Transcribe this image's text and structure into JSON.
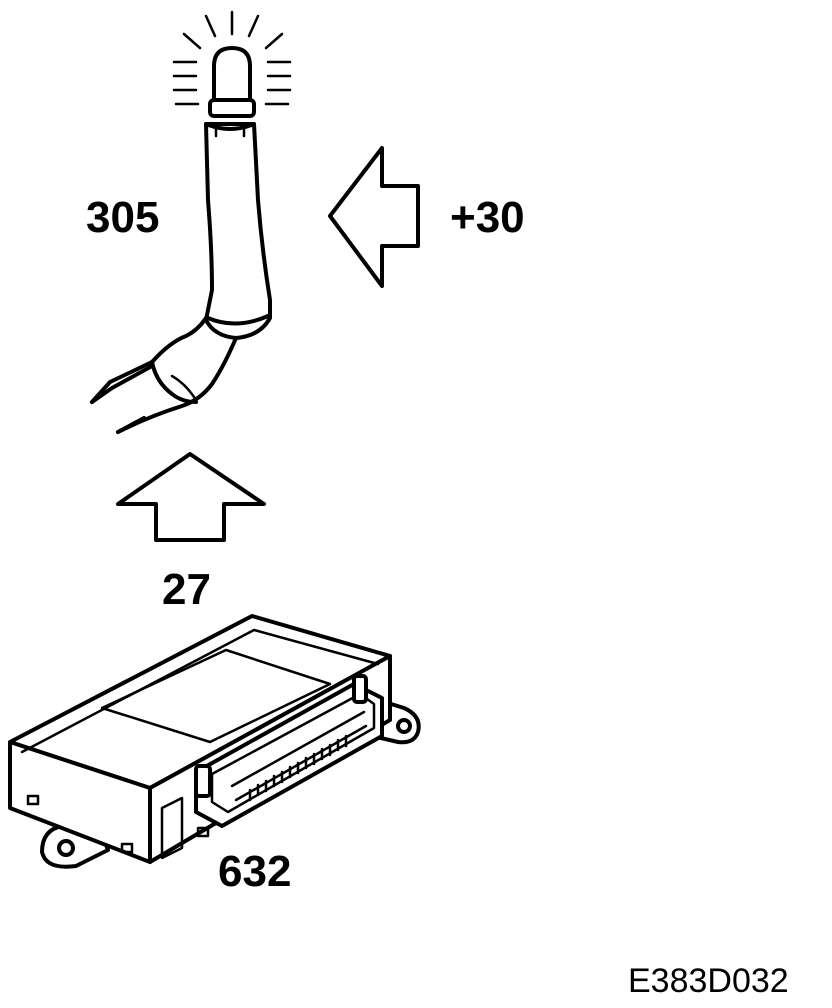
{
  "labels": {
    "bulb_ref": "305",
    "power_ref": "+30",
    "signal_ref": "27",
    "module_ref": "632"
  },
  "figure_code": "E383D032",
  "icons": {
    "lamp": "bulb-icon",
    "arrow_power": "arrow-left-icon",
    "arrow_signal": "arrow-up-icon",
    "module": "control-module-icon"
  }
}
